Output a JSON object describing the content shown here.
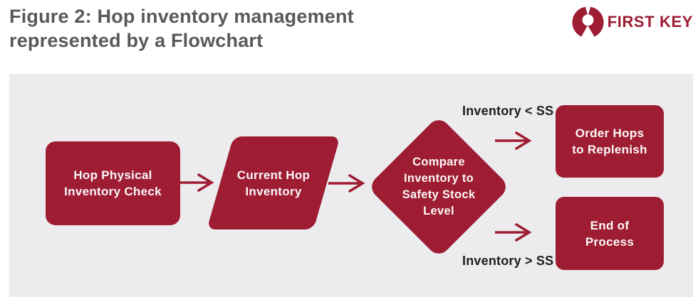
{
  "header": {
    "title": "Figure 2: Hop inventory management\nrepresented by a Flowchart",
    "logo_text": "FIRST KEY"
  },
  "colors": {
    "maroon": "#9E1D33",
    "panel_background": "#ECECEE",
    "title_gray": "#58595B",
    "branch_label_dark": "#1E1E1E",
    "node_text": "#FBF8F8"
  },
  "flowchart": {
    "nodes": [
      {
        "id": "hop-physical-inventory-check",
        "shape": "rounded-rectangle",
        "label": "Hop Physical\nInventory Check"
      },
      {
        "id": "current-hop-inventory",
        "shape": "parallelogram",
        "label": "Current Hop\nInventory"
      },
      {
        "id": "compare-inventory",
        "shape": "diamond",
        "label": "Compare\nInventory to\nSafety Stock\nLevel"
      },
      {
        "id": "order-hops-to-replenish",
        "shape": "rounded-rectangle",
        "label": "Order Hops\nto Replenish"
      },
      {
        "id": "end-of-process",
        "shape": "rounded-rectangle",
        "label": "End of\nProcess"
      }
    ],
    "branch_labels": {
      "less_than": "Inventory < SS",
      "greater_than": "Inventory > SS"
    }
  }
}
